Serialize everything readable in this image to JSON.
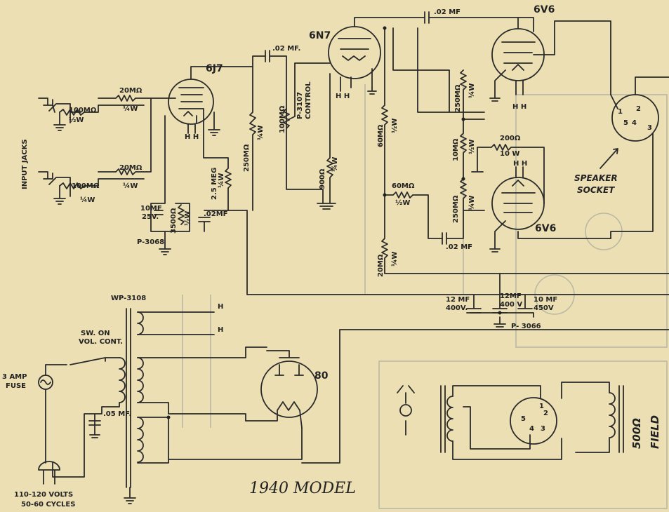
{
  "title": "1940 MODEL",
  "labels": {
    "input_jacks": "INPUT JACKS",
    "r_20m_a": "20MΩ",
    "r_20m_a_w": "¼W",
    "r_100m_a": "100MΩ",
    "r_100m_a_w": "½W",
    "r_20m_b": "20MΩ",
    "r_20m_b_w": "¼W",
    "r_100m_b": "100MΩ",
    "r_100m_b_w": "¼W",
    "tube_6j7": "6J7",
    "c_02_a": ".02 MF.",
    "r_250m": "250MΩ",
    "r_250m_w": "¼W",
    "r_25meg": "2.5 MEG",
    "r_25meg_w": "¼W",
    "c_10mf": "10MF",
    "c_10mf_v": "25V.",
    "r_3500": "3500Ω",
    "r_3500_w": "½W",
    "c_02_b": ".02MF",
    "p3068": "P-3068",
    "tube_6n7": "6N7",
    "c_02_top": ".02 MF",
    "pot_100m": "100MΩ",
    "pot_label": "P-3107",
    "pot_control": "CONTROL",
    "r_900": "900Ω",
    "r_900_w": "¼W",
    "r_60m_a": "60MΩ",
    "r_60m_a_w": "½W",
    "r_60m_b": "60MΩ",
    "r_60m_b_w": "½W",
    "r_20m_c": "20MΩ",
    "r_20m_c_w": "¼W",
    "r_250m_top": "250MΩ",
    "r_250m_top_w": "¼W",
    "r_10m": "10MΩ",
    "r_10m_w": "½W",
    "r_200": "200Ω",
    "r_200_w": "10 W",
    "r_250m_bot": "250MΩ",
    "r_250m_bot_w": "¼W",
    "c_02_c": ".02 MF",
    "tube_6v6_top": "6V6",
    "tube_6v6_bot": "6V6",
    "speaker_socket_1": "SPEAKER",
    "speaker_socket_2": "SOCKET",
    "pins_socket": [
      "1",
      "2",
      "5",
      "4",
      "3"
    ],
    "c_12mf_a": "12 MF",
    "c_12mf_a_v": "400V.",
    "c_12mf_b": "12MF",
    "c_12mf_b_v": "400 V",
    "c_10mf_b": "10 MF",
    "c_10mf_b_v": "450V",
    "p3066": "P- 3066",
    "wp3108": "WP-3108",
    "h1": "H",
    "h2": "H",
    "sw_label_1": "SW. ON",
    "sw_label_2": "VOL. CONT.",
    "fuse_1": "3 AMP",
    "fuse_2": "FUSE",
    "c_05": ".05 MF.",
    "tube_80": "80",
    "volts": "110-120 VOLTS",
    "cycles": "50-60 CYCLES",
    "field_1": "500Ω",
    "field_2": "FIELD",
    "pins_plug": [
      "1",
      "2",
      "5",
      "4",
      "3"
    ],
    "hh": "H H"
  }
}
